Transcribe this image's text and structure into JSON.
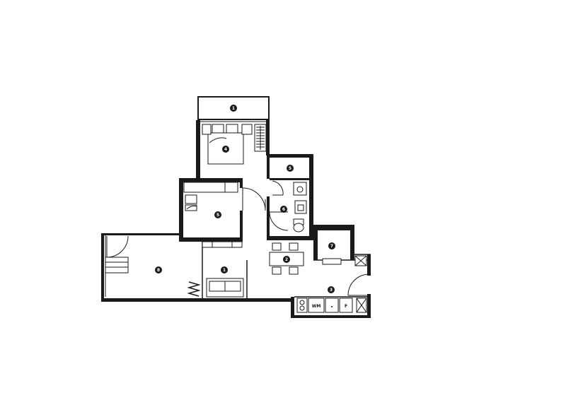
{
  "rooms": [
    {
      "id": "balcony-1",
      "number": "1"
    },
    {
      "id": "bedroom-4",
      "number": "4"
    },
    {
      "id": "bathroom-5",
      "number": "5"
    },
    {
      "id": "bedroom-5",
      "number": "5"
    },
    {
      "id": "bathroom-6",
      "number": "6"
    },
    {
      "id": "utility-7",
      "number": "7"
    },
    {
      "id": "terrace-8",
      "number": "8"
    },
    {
      "id": "living-1",
      "number": "1"
    },
    {
      "id": "dining-2",
      "number": "2"
    },
    {
      "id": "kitchen-3",
      "number": "3"
    }
  ],
  "appliances": {
    "washing_machine": "WM",
    "fridge": "F"
  }
}
